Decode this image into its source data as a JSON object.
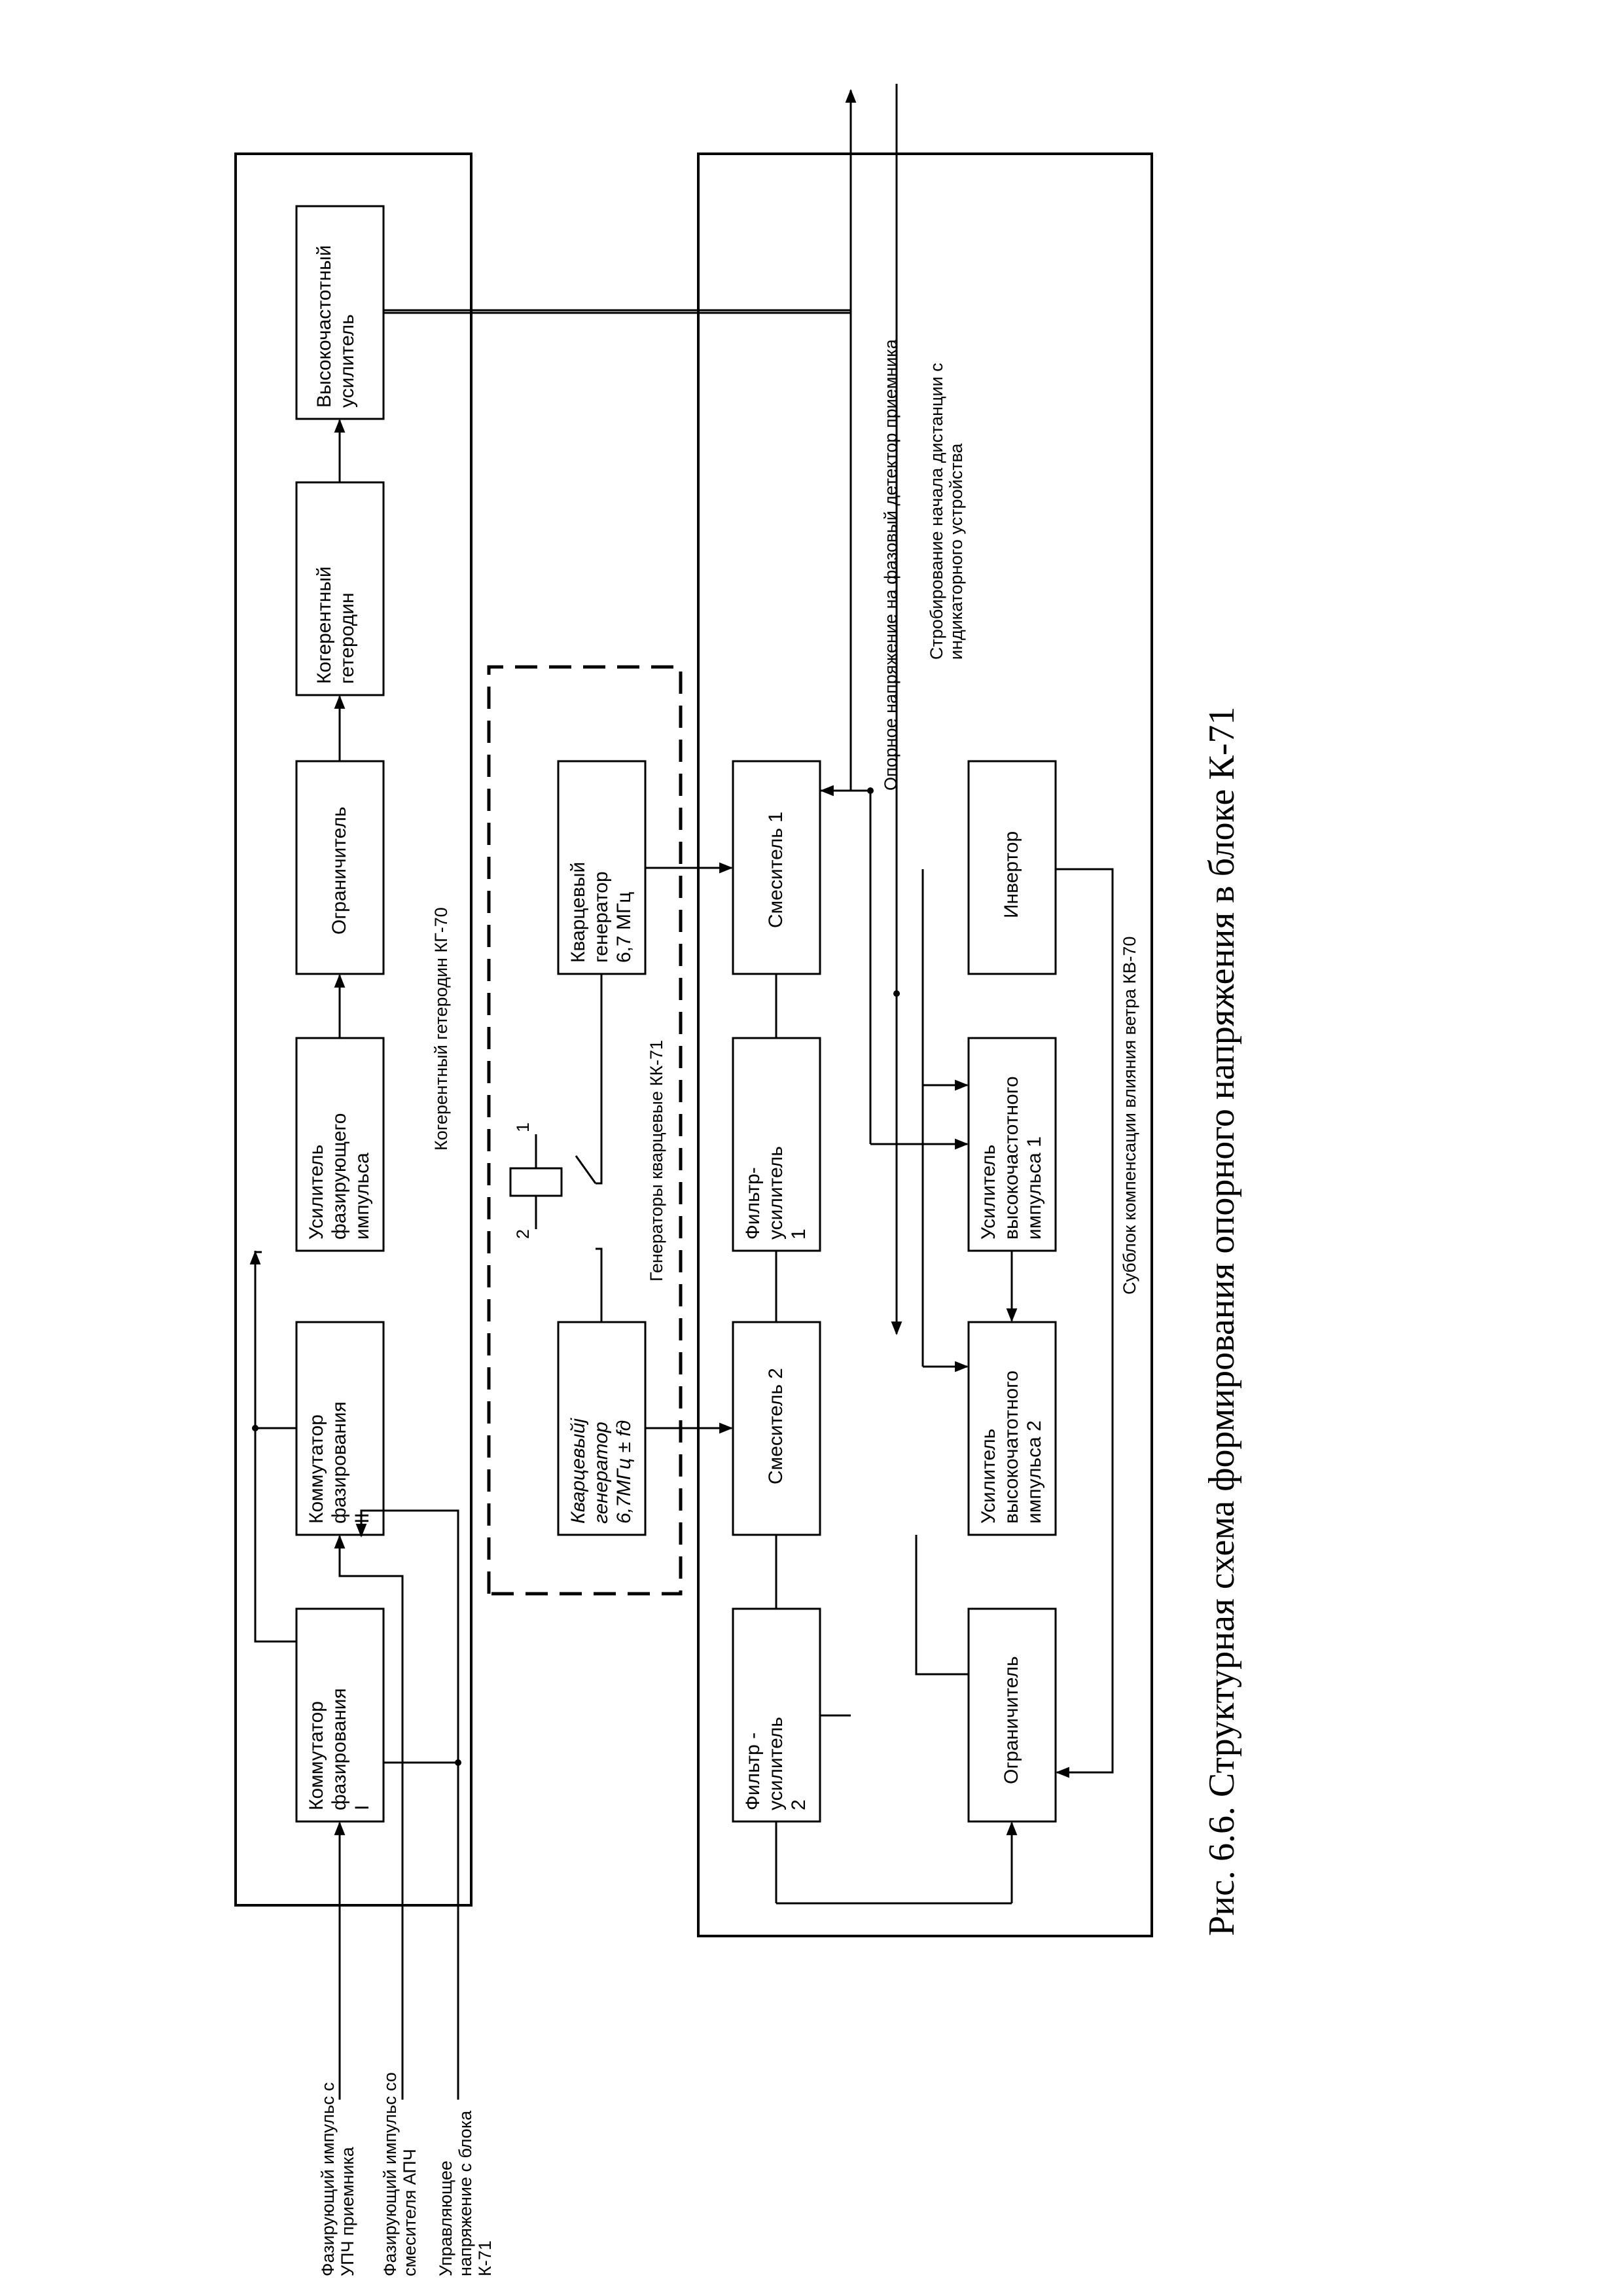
{
  "caption": "Рис. 6.6. Структурная схема формирования опорного напряжения в блоке К-71",
  "groups": {
    "kg70": "Когерентный гетеродин КГ-70",
    "kk71": "Генераторы кварцевые КК-71",
    "kv70": "Субблок компенсации влияния ветра КВ-70"
  },
  "blocks": {
    "komm1": [
      "Коммутатор",
      "фазирования",
      "I"
    ],
    "komm2": [
      "Коммутатор",
      "фазирования",
      "II"
    ],
    "usil_faz": [
      "Усилитель",
      "фазирующего",
      "импульса"
    ],
    "ogran1": [
      "Ограничитель"
    ],
    "kog_get": [
      "Когерентный",
      "гетеродин"
    ],
    "vys_usil": [
      "Высокочастотный",
      "усилитель"
    ],
    "kvarc1": [
      "Кварцевый",
      "генератор",
      "6,7 МГц"
    ],
    "kvarc2": [
      "Кварцевыйј",
      "генератор",
      "6,7МГц   ±  fд"
    ],
    "smes1": [
      "Смеситель 1"
    ],
    "smes2": [
      "Смеситель 2"
    ],
    "filtr1": [
      "Фильтр-",
      "усилитель",
      "1"
    ],
    "filtr2": [
      "Фильтр -",
      "усилитель",
      "2"
    ],
    "invertor": [
      "Инвертор"
    ],
    "usil_vch1": [
      "Усилитель",
      "высокочастотного",
      "импульса 1"
    ],
    "usil_vch2": [
      "Усилитель",
      "высокочатотного",
      "импульса 2"
    ],
    "ogran2": [
      "Ограничитель"
    ]
  },
  "switch": {
    "pos1": "1",
    "pos2": "2"
  },
  "inputs": [
    [
      "Фазирующий импульс с",
      "УПЧ приемника"
    ],
    [
      "Фазирующий импульс со",
      "смесителя АПЧ"
    ],
    [
      "Управляющее",
      "напряжение с блока",
      "К-71"
    ]
  ],
  "outputs": {
    "phase": "Опорное напряжение на фазовый детектор приемника",
    "strobe": [
      "Стробирование начала дистанции с",
      "индикаторного устройства"
    ]
  }
}
